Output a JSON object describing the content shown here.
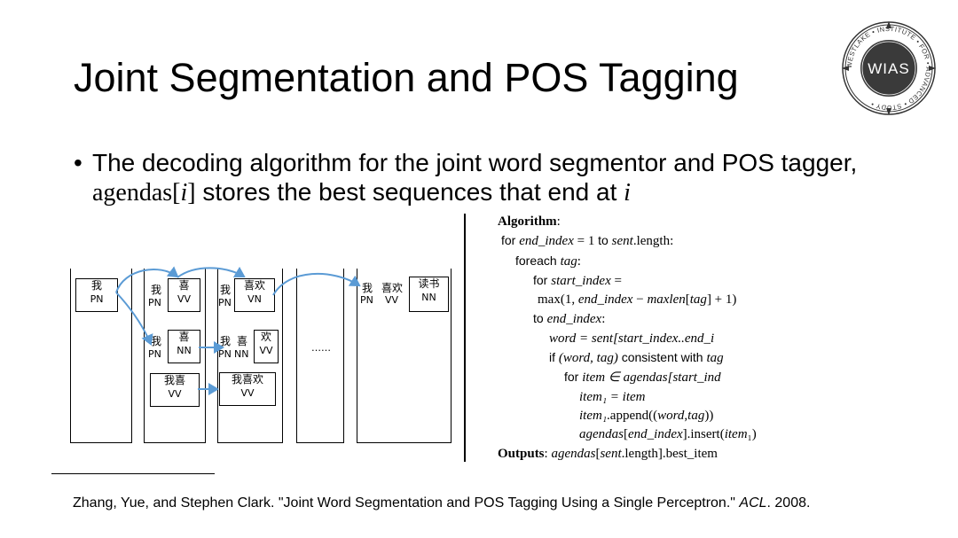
{
  "slide": {
    "title": "Joint Segmentation and POS Tagging",
    "bullet": {
      "symbol": "•",
      "part1": "The decoding algorithm for the joint word segmentor and POS tagger, ",
      "agendas": "agendas[",
      "i1": "i",
      "close": "]",
      "part2": " stores the best sequences that end at ",
      "i2": "i"
    },
    "logo": {
      "text": "WIAS",
      "ring_text": "WESTLAKE • INSTITUTE • FOR • ADVANCED • STUDY •"
    },
    "lattice": {
      "boxes": [
        {
          "word": "我",
          "tag": "PN"
        },
        {
          "word": "我",
          "tag": "PN"
        },
        {
          "word": "喜",
          "tag": "VV"
        },
        {
          "word": "我",
          "tag": "PN"
        },
        {
          "word": "喜",
          "tag": "NN"
        },
        {
          "word": "我喜",
          "tag": "VV"
        },
        {
          "word": "我",
          "tag": "PN"
        },
        {
          "word": "喜欢",
          "tag": "VN"
        },
        {
          "word": "我",
          "tag": "PN"
        },
        {
          "word": "喜",
          "tag": "NN"
        },
        {
          "word": "欢",
          "tag": "VV"
        },
        {
          "word": "我喜欢",
          "tag": "VV"
        },
        {
          "word": "我",
          "tag": "PN"
        },
        {
          "word": "喜欢",
          "tag": "VV"
        },
        {
          "word": "读书",
          "tag": "NN"
        }
      ],
      "ellipsis": "……"
    },
    "algorithm": {
      "heading": "Algorithm",
      "colon": ":",
      "l1_for": "for ",
      "l1_var": "end_index",
      "l1_eq": " = 1 ",
      "l1_to": "to ",
      "l1_sent": "sent",
      "l1_len": ".length:",
      "l2_foreach": "foreach ",
      "l2_tag": "tag",
      "l2_colon": ":",
      "l3_for": "for ",
      "l3_var": "start_index",
      "l3_eq": " =",
      "l4_max": "max(1, ",
      "l4_end": "end_index",
      "l4_minus": " − ",
      "l4_maxlen": "maxlen",
      "l4_b1": "[",
      "l4_tag": "tag",
      "l4_b2": "] + 1)",
      "l5_to": "to ",
      "l5_end": "end_index",
      "l5_colon": ":",
      "l6": "word = sent[start_index..end_i",
      "l7_if": "if ",
      "l7_tuple": "(word, tag)",
      "l7_cons": " consistent with ",
      "l7_tag": "tag",
      "l8_for": "for ",
      "l8_rest": "item ∈ agendas[start_ind",
      "l9": "item₁ = item",
      "l10_item": "item₁",
      "l10_app": ".append((",
      "l10_word": "word",
      "l10_comma": ",",
      "l10_tag": "tag",
      "l10_close": "))",
      "l11_ag": "agendas",
      "l11_b1": "[",
      "l11_end": "end_index",
      "l11_ins": "].insert(",
      "l11_item": "item",
      "l11_sub": "₁",
      "l11_close": ")",
      "out_label": "Outputs",
      "out_colon": ": ",
      "out_ag": "agendas",
      "out_b1": "[",
      "out_sent": "sent",
      "out_rest": ".length].best_item"
    },
    "footnote": {
      "text": "Zhang, Yue, and Stephen Clark. \"Joint Word Segmentation and POS Tagging Using a Single Perceptron.\" ",
      "venue": "ACL",
      "year": ". 2008."
    },
    "colors": {
      "arrow": "#5b9bd5",
      "logo_bg": "#3a3a3a",
      "text": "#000000"
    }
  }
}
